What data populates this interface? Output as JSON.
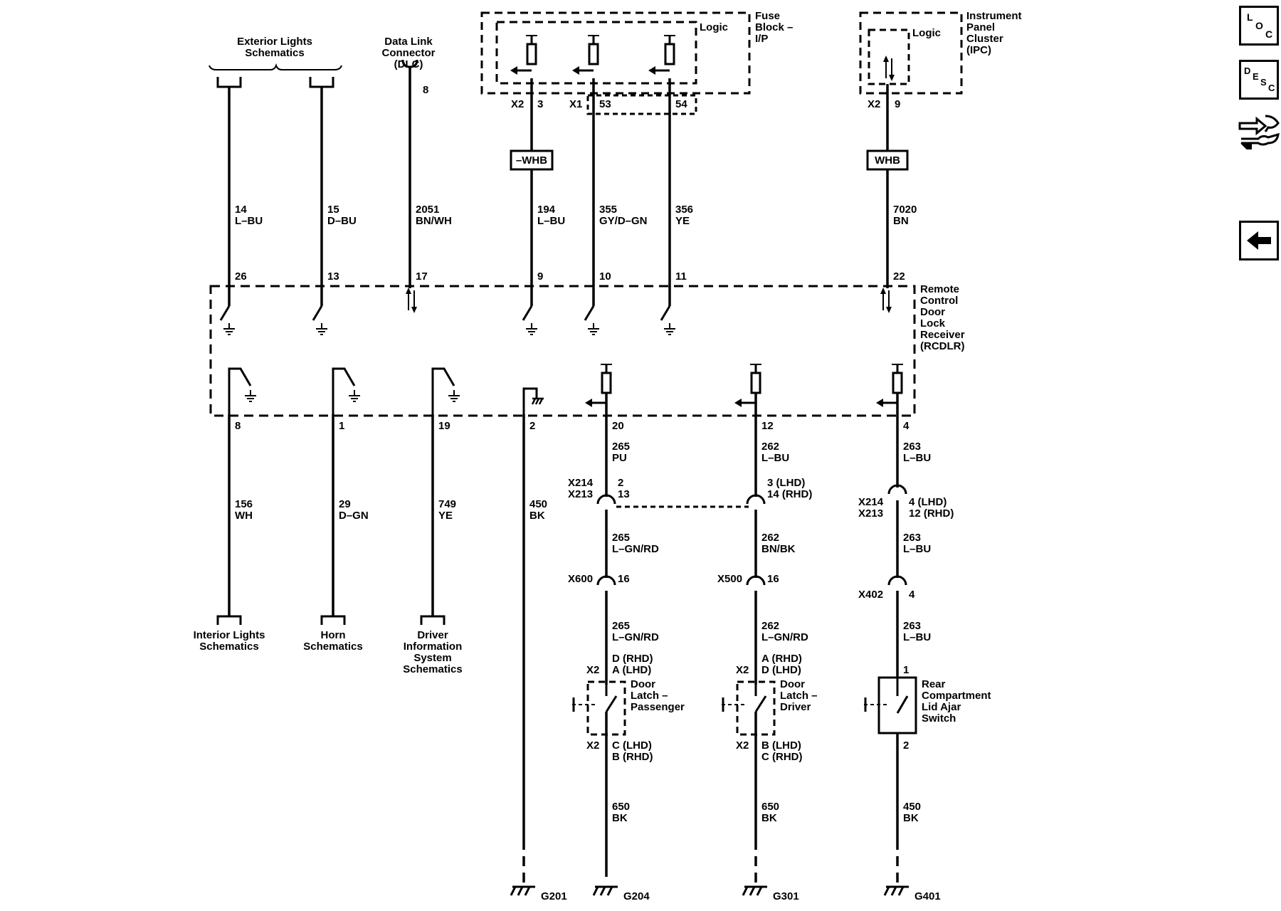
{
  "top": {
    "ext_lights": "Exterior Lights\nSchematics",
    "dlc": "Data Link\nConnector\n(DLC)",
    "dlc_pin": "8",
    "fuse_block": "Fuse\nBlock –\nI/P",
    "fuse_logic": "Logic",
    "ipc": "Instrument\nPanel\nCluster\n(IPC)",
    "ipc_logic": "Logic",
    "x2_a": "X2",
    "pin_3": "3",
    "x1": "X1",
    "pin_53": "53",
    "pin_54": "54",
    "x2_b": "X2",
    "pin_9_ipc": "9",
    "whb_1": "–WHB",
    "whb_2": "WHB"
  },
  "upper_wires": [
    {
      "circuit": "14",
      "color": "L–BU",
      "pin": "26"
    },
    {
      "circuit": "15",
      "color": "D–BU",
      "pin": "13"
    },
    {
      "circuit": "2051",
      "color": "BN/WH",
      "pin": "17"
    },
    {
      "circuit": "194",
      "color": "L–BU",
      "pin": "9"
    },
    {
      "circuit": "355",
      "color": "GY/D–GN",
      "pin": "10"
    },
    {
      "circuit": "356",
      "color": "YE",
      "pin": "11"
    },
    {
      "circuit": "7020",
      "color": "BN",
      "pin": "22"
    }
  ],
  "module": {
    "name": "Remote\nControl\nDoor\nLock\nReceiver\n(RCDLR)"
  },
  "lower_pins": [
    "8",
    "1",
    "19",
    "2",
    "20",
    "12",
    "4"
  ],
  "lower_wires": [
    {
      "circuit": "156",
      "color": "WH"
    },
    {
      "circuit": "29",
      "color": "D–GN"
    },
    {
      "circuit": "749",
      "color": "YE"
    },
    {
      "circuit": "450",
      "color": "BK"
    }
  ],
  "bottom_refs": [
    "Interior Lights\nSchematics",
    "Horn\nSchematics",
    "Driver\nInformation\nSystem\nSchematics"
  ],
  "passenger": {
    "w1": "265\nPU",
    "conn1": "X214\nX213",
    "conn1_pins": "2\n13",
    "w2": "265\nL–GN/RD",
    "conn2": "X600",
    "conn2_pin": "16",
    "w3": "265\nL–GN/RD",
    "x2_top": "X2",
    "pins_top": "D (RHD)\nA (LHD)",
    "device": "Door\nLatch –\nPassenger",
    "x2_bot": "X2",
    "pins_bot": "C (LHD)\nB (RHD)",
    "w4": "650\nBK",
    "ground": "G204"
  },
  "driver": {
    "w1": "262\nL–BU",
    "conn1_pins": "3 (LHD)\n14 (RHD)",
    "w2": "262\nBN/BK",
    "conn2": "X500",
    "conn2_pin": "16",
    "w3": "262\nL–GN/RD",
    "x2_top": "X2",
    "pins_top": "A (RHD)\nD (LHD)",
    "device": "Door\nLatch –\nDriver",
    "x2_bot": "X2",
    "pins_bot": "B (LHD)\nC (RHD)",
    "w4": "650\nBK",
    "ground": "G301"
  },
  "rear": {
    "w1": "263\nL–BU",
    "conn1": "X214\nX213",
    "conn1_pins": "4 (LHD)\n12 (RHD)",
    "w2": "263\nL–BU",
    "conn2": "X402",
    "conn2_pin": "4",
    "w3": "263\nL–BU",
    "pin_top": "1",
    "device": "Rear\nCompartment\nLid Ajar\nSwitch",
    "pin_bot": "2",
    "w4": "450\nBK",
    "ground": "G401"
  },
  "ground_g201": "G201",
  "nav": {
    "loc": [
      "L",
      "O",
      "C"
    ],
    "desc": [
      "D",
      "E",
      "S",
      "C"
    ]
  },
  "icons": [
    "loc-button-icon",
    "desc-button-icon",
    "repair-tool-icon",
    "back-arrow-icon"
  ]
}
